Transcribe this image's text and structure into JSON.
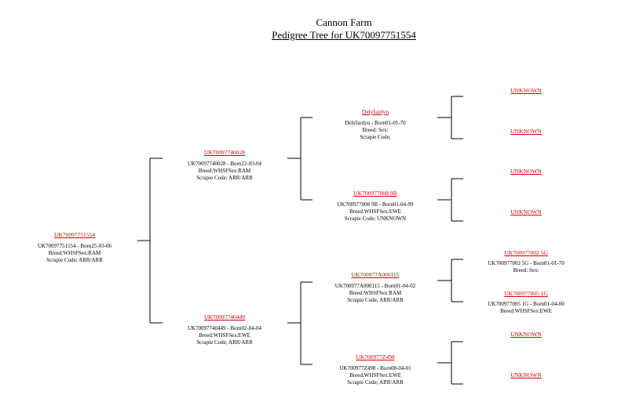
{
  "header": {
    "farm": "Cannon Farm",
    "title": "Pedigree Tree for UK70097751554"
  },
  "gen1": {
    "subject": {
      "id": "UK70097751554",
      "line1": "UK70097751554 - Born25-03-06",
      "line2": "Breed:WHSFSex:RAM",
      "line3": "Scrapie Code; ARR/ARR"
    }
  },
  "gen2": {
    "sire": {
      "id": "UK70097740028",
      "line1": "UK70097740028 - Born22-03-04",
      "line2": "Breed:WHSFSex:RAM",
      "line3": "Scrapie Code; ARR/ARR"
    },
    "dam": {
      "id": "UK70097740449",
      "line1": "UK70097740449 - Born02-04-04",
      "line2": "Breed:WHSFSex:EWE",
      "line3": "Scrapie Code; ARR/ARR"
    }
  },
  "gen3": {
    "ss": {
      "id": "Delyfardyn",
      "line1": "Delyfardyn - Born01-01-70",
      "line2": "Breed: Sex:",
      "line3": "Scrapie Code;"
    },
    "sd": {
      "id": "UK700977008 9B",
      "line1": "UK700977008 9B - Born01-04-99",
      "line2": "Breed:WHSFSex:EWE",
      "line3": "Scrapie Code; UNKNOWN"
    },
    "ds": {
      "id": "UK700977A000115",
      "line1": "UK700977A000115 - Born01-04-02",
      "line2": "Breed:WHSFSex:RAM",
      "line3": "Scrapie Code; ARR/ARR"
    },
    "dd": {
      "id": "UK700977Z498",
      "line1": "UK700977Z498 - Born08-04-01",
      "line2": "Breed:WHSFSex:EWE",
      "line3": "Scrapie Code; ARR/ARR"
    }
  },
  "gen4": {
    "u1": "UNKNOWN",
    "u2": "UNKNOWN",
    "u3": "UNKNOWN",
    "u4": "UNKNOWN",
    "g1": {
      "id": "UK700977002 5G",
      "line1": "UK700977002 5G - Born01-01-70",
      "line2": "Breed: Sex:"
    },
    "g2": {
      "id": "UK700977005 1G",
      "line1": "UK700977005 1G - Born01-04-00",
      "line2": "Breed:WHSFSex:EWE"
    },
    "u5": "UNKNOWN",
    "u6": "UNKNOWN"
  }
}
